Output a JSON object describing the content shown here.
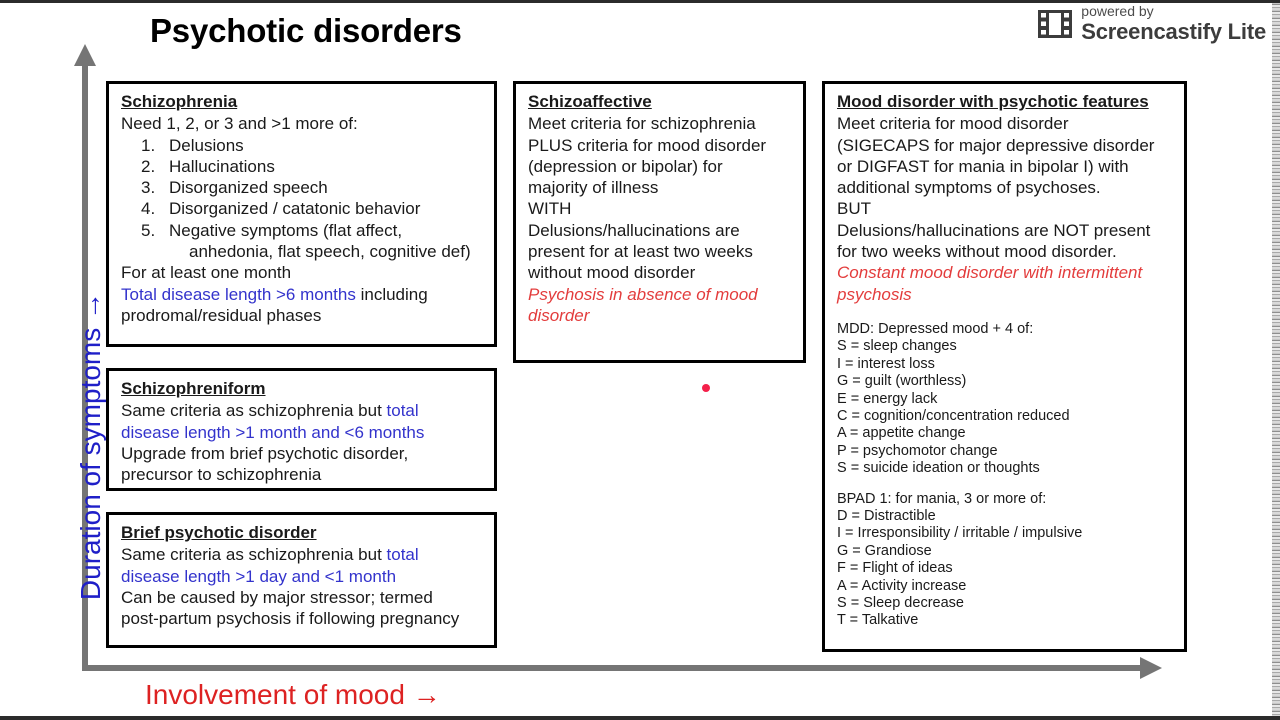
{
  "page": {
    "title": "Psychotic disorders"
  },
  "badge": {
    "icon": "film-strip-icon",
    "powered_by": "powered by",
    "brand": "Screencastify Lite"
  },
  "axes": {
    "y_label": "Duration of symptoms →",
    "y_color": "#1f1fc8",
    "x_label": "Involvement of mood →",
    "x_color": "#dd2222",
    "axis_color": "#757575"
  },
  "colors": {
    "blue_highlight": "#3333cc",
    "red_italic": "#e33c3c",
    "box_border": "#000000",
    "cursor_dot": "#f4204a"
  },
  "boxes": {
    "schizophrenia": {
      "heading": "Schizophrenia",
      "intro": "Need 1, 2, or 3 and >1 more of:",
      "criteria": [
        {
          "num": "1.",
          "text": "Delusions"
        },
        {
          "num": "2.",
          "text": "Hallucinations"
        },
        {
          "num": "3.",
          "text": "Disorganized speech"
        },
        {
          "num": "4.",
          "text": "Disorganized / catatonic behavior"
        },
        {
          "num": "5.",
          "text": "Negative symptoms (flat affect,"
        }
      ],
      "criteria_continuation": "anhedonia, flat speech, cognitive def)",
      "line_duration": "For at least one month",
      "highlight_blue": "Total disease length >6 months",
      "after_highlight": " including",
      "last_line": "prodromal/residual phases"
    },
    "schizophreniform": {
      "heading": "Schizophreniform",
      "line1_plain": "Same criteria as schizophrenia but ",
      "line1_blue": "total",
      "line2_blue": "disease length >1 month and <6 months",
      "line3": "Upgrade from brief psychotic disorder,",
      "line4": "precursor to schizophrenia"
    },
    "brief_psychotic": {
      "heading": "Brief psychotic disorder",
      "line1_plain": "Same criteria as schizophrenia but ",
      "line1_blue": "total",
      "line2_blue": "disease length >1 day and <1 month",
      "line3": "Can be caused by major stressor; termed",
      "line4": "post-partum psychosis if following pregnancy"
    },
    "schizoaffective": {
      "heading": "Schizoaffective",
      "lines": [
        "Meet criteria for schizophrenia",
        "PLUS criteria for mood disorder",
        "(depression or bipolar) for",
        "majority of illness",
        "WITH",
        "Delusions/hallucinations are",
        "present for at least two weeks",
        "without mood disorder"
      ],
      "italic_red": [
        "Psychosis in absence of mood",
        "disorder"
      ]
    },
    "mood_psychotic": {
      "heading": "Mood disorder with psychotic features",
      "lines": [
        "Meet criteria for mood disorder",
        "(SIGECAPS for major depressive disorder",
        "or DIGFAST for mania in bipolar I) with",
        "additional symptoms of psychoses.",
        "BUT",
        "Delusions/hallucinations are NOT present",
        "for two weeks without mood disorder."
      ],
      "italic_red": [
        "Constant mood disorder with intermittent",
        "psychosis"
      ],
      "mdd_title": "MDD: Depressed mood + 4 of:",
      "mdd_items": [
        "S = sleep changes",
        "I = interest loss",
        "G = guilt (worthless)",
        "E = energy lack",
        "C = cognition/concentration reduced",
        "A = appetite change",
        "P = psychomotor change",
        "S = suicide ideation or thoughts"
      ],
      "bpad_title": "BPAD 1: for mania, 3 or more of:",
      "bpad_items": [
        "D = Distractible",
        "I = Irresponsibility / irritable / impulsive",
        "G = Grandiose",
        "F = Flight of ideas",
        "A = Activity increase",
        "S = Sleep decrease",
        "T = Talkative"
      ]
    }
  }
}
